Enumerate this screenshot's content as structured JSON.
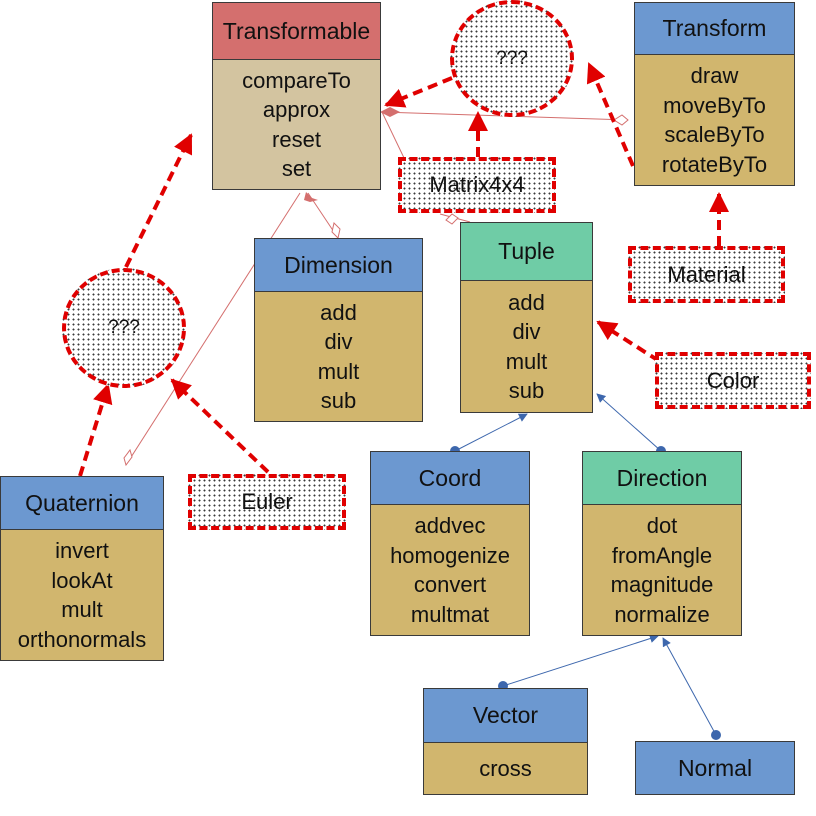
{
  "colors": {
    "transformable_header": "#d46f6e",
    "transformable_body": "#d3c4a0",
    "blue_header": "#6c98d0",
    "green_header": "#6fcca6",
    "method_body": "#d1b66e",
    "dashed_red": "#e00000",
    "inherit_line": "#3d67ad"
  },
  "classes": {
    "transformable": {
      "title": "Transformable",
      "methods": [
        "compareTo",
        "approx",
        "reset",
        "set"
      ]
    },
    "transform": {
      "title": "Transform",
      "methods": [
        "draw",
        "moveByTo",
        "scaleByTo",
        "rotateByTo"
      ]
    },
    "dimension": {
      "title": "Dimension",
      "methods": [
        "add",
        "div",
        "mult",
        "sub"
      ]
    },
    "tuple": {
      "title": "Tuple",
      "methods": [
        "add",
        "div",
        "mult",
        "sub"
      ]
    },
    "quaternion": {
      "title": "Quaternion",
      "methods": [
        "invert",
        "lookAt",
        "mult",
        "orthonormals"
      ]
    },
    "coord": {
      "title": "Coord",
      "methods": [
        "addvec",
        "homogenize",
        "convert",
        "multmat"
      ]
    },
    "direction": {
      "title": "Direction",
      "methods": [
        "dot",
        "fromAngle",
        "magnitude",
        "normalize"
      ]
    },
    "vector": {
      "title": "Vector",
      "methods": [
        "cross"
      ]
    },
    "normal": {
      "title": "Normal",
      "methods": []
    }
  },
  "placeholders": {
    "unknown_top": "???",
    "unknown_left": "???",
    "matrix": "Matrix4x4",
    "material": "Material",
    "color": "Color",
    "euler": "Euler"
  }
}
